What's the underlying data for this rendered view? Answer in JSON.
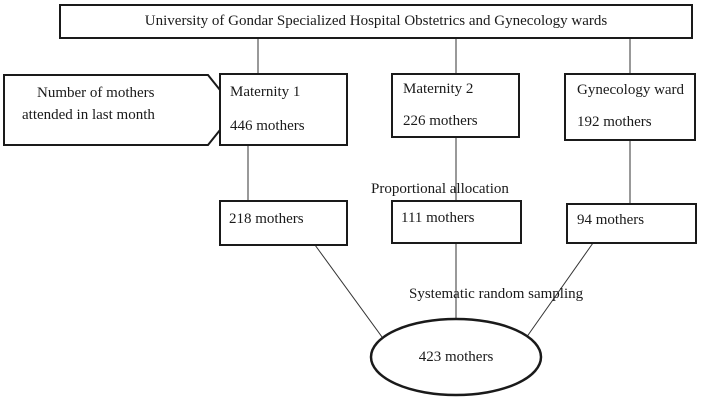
{
  "title": "University of Gondar Specialized Hospital Obstetrics and Gynecology wards",
  "side_label": {
    "line1": "Number of mothers",
    "line2": "attended in last month"
  },
  "wards": [
    {
      "name": "Maternity 1",
      "attended": "446 mothers",
      "sample": "218 mothers"
    },
    {
      "name": "Maternity 2",
      "attended": "226 mothers",
      "sample": "111 mothers"
    },
    {
      "name": "Gynecology ward",
      "attended": "192 mothers",
      "sample": "94 mothers"
    }
  ],
  "allocation_label": "Proportional allocation",
  "sampling_label": "Systematic random sampling",
  "total": "423 mothers"
}
